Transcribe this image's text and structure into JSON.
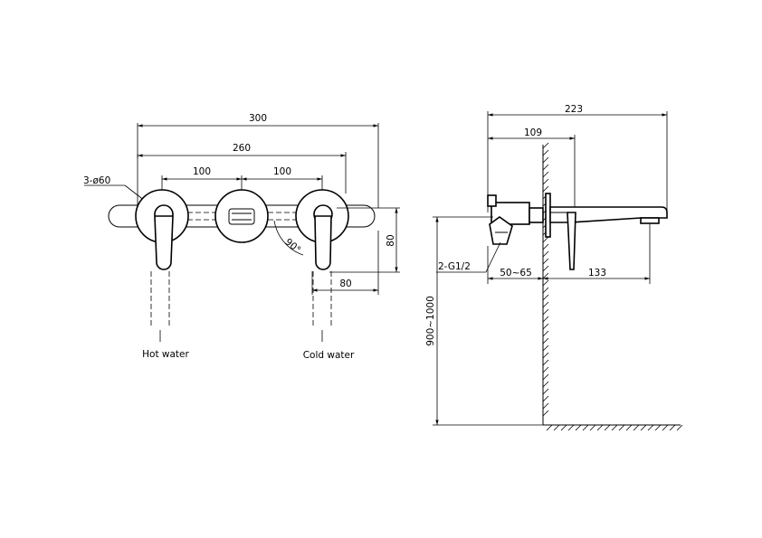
{
  "front_view": {
    "dim_overall_width": "300",
    "dim_handle_span": "260",
    "dim_spacing_left": "100",
    "dim_spacing_right": "100",
    "dim_rosette": "3-ø60",
    "dim_height": "80",
    "dim_offset": "80",
    "angle_label": "90°",
    "label_hot": "Hot water",
    "label_cold": "Cold water"
  },
  "side_view": {
    "dim_total_depth": "223",
    "dim_body_depth": "109",
    "dim_spout": "133",
    "dim_wall_depth": "50~65",
    "dim_connection": "2-G1/2",
    "dim_install_height": "900~1000"
  }
}
